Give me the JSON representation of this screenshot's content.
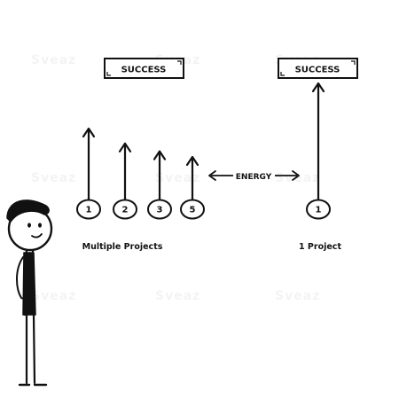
{
  "left_panel": {
    "goal_label": "SUCCESS",
    "caption": "Multiple Projects",
    "project_numbers": [
      "1",
      "2",
      "3",
      "5"
    ],
    "arrow_heights_relative": [
      1.0,
      0.79,
      0.68,
      0.6
    ]
  },
  "right_panel": {
    "goal_label": "SUCCESS",
    "caption": "1 Project",
    "project_numbers": [
      "1"
    ],
    "arrow_heights_relative": [
      1.0
    ]
  },
  "energy_label": "ENERGY",
  "watermark_text": "Sveaz",
  "colors": {
    "ink": "#111111",
    "background": "#ffffff"
  }
}
